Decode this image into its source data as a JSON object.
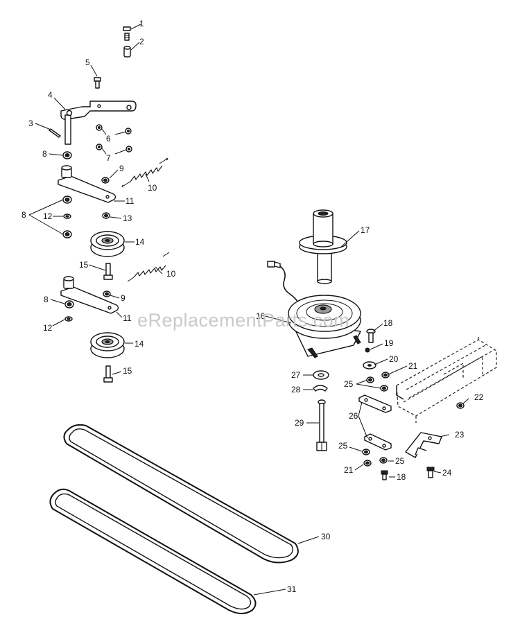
{
  "watermark": "eReplacementParts.com",
  "callouts": [
    "1",
    "2",
    "3",
    "4",
    "5",
    "6",
    "7",
    "8",
    "9",
    "10",
    "11",
    "12",
    "13",
    "14",
    "15",
    "16",
    "17",
    "18",
    "19",
    "20",
    "21",
    "22",
    "23",
    "24",
    "25",
    "26",
    "27",
    "28",
    "29",
    "30",
    "31"
  ]
}
